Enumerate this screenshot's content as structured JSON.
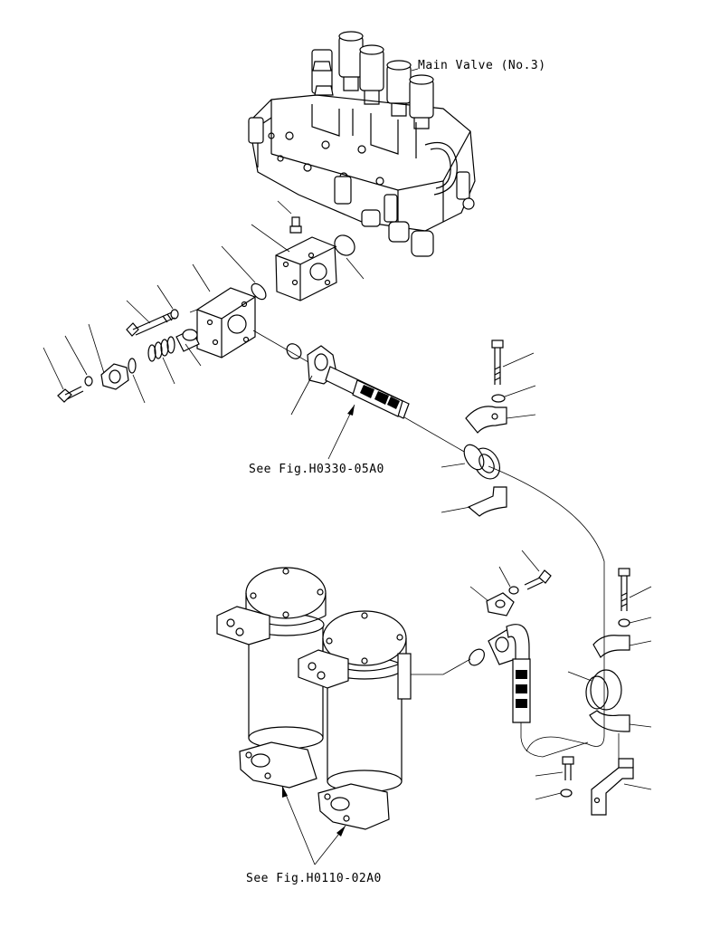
{
  "labels": {
    "main_valve": "Main Valve (No.3)",
    "see_fig_top": "See Fig.H0330-05A0",
    "see_fig_bottom": "See Fig.H0110-02A0"
  },
  "colors": {
    "line": "#000000",
    "background": "#ffffff"
  }
}
